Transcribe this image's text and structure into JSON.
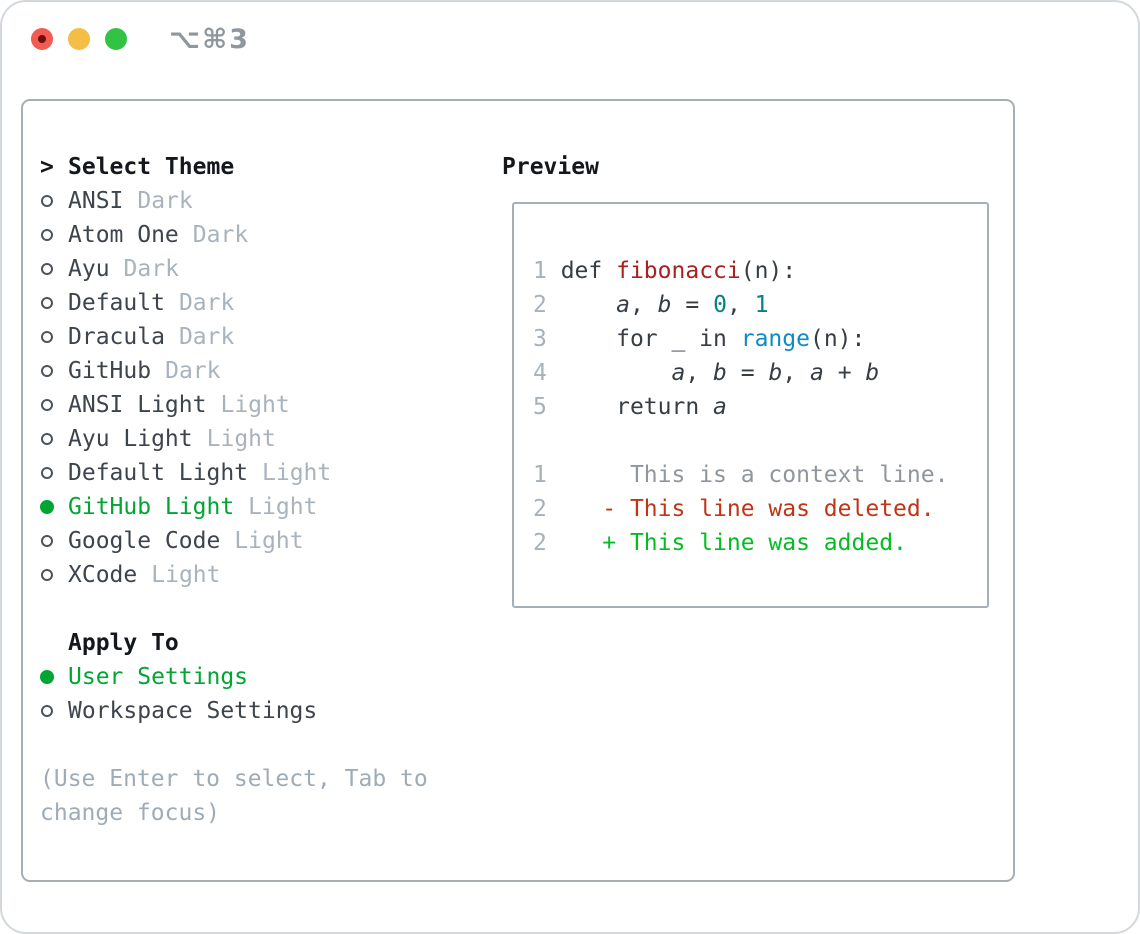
{
  "window": {
    "title": "⌥⌘3"
  },
  "traffic_lights": [
    {
      "name": "close-button",
      "color": "#f15b51",
      "inner_dot": "#6d0f0b"
    },
    {
      "name": "minimize-button",
      "color": "#f4bd45"
    },
    {
      "name": "zoom-button",
      "color": "#32c244"
    }
  ],
  "theme_panel": {
    "title_prefix": ">",
    "title": "Select Theme",
    "items": [
      {
        "name": "ANSI",
        "variant": "Dark",
        "selected": false
      },
      {
        "name": "Atom One",
        "variant": "Dark",
        "selected": false
      },
      {
        "name": "Ayu",
        "variant": "Dark",
        "selected": false
      },
      {
        "name": "Default",
        "variant": "Dark",
        "selected": false
      },
      {
        "name": "Dracula",
        "variant": "Dark",
        "selected": false
      },
      {
        "name": "GitHub",
        "variant": "Dark",
        "selected": false
      },
      {
        "name": "ANSI Light",
        "variant": "Light",
        "selected": false
      },
      {
        "name": "Ayu Light",
        "variant": "Light",
        "selected": false
      },
      {
        "name": "Default Light",
        "variant": "Light",
        "selected": false
      },
      {
        "name": "GitHub Light",
        "variant": "Light",
        "selected": true
      },
      {
        "name": "Google Code",
        "variant": "Light",
        "selected": false
      },
      {
        "name": "XCode",
        "variant": "Light",
        "selected": false
      }
    ],
    "apply_to": {
      "title": "Apply To",
      "options": [
        {
          "label": "User Settings",
          "selected": true
        },
        {
          "label": "Workspace Settings",
          "selected": false
        }
      ]
    },
    "hint": "(Use Enter to select, Tab to change focus)"
  },
  "preview": {
    "title": "Preview",
    "code_lines": [
      {
        "tokens": [
          {
            "c": "ln",
            "t": "1"
          },
          {
            "c": "p",
            "t": " def "
          },
          {
            "c": "fn",
            "t": "fibonacci"
          },
          {
            "c": "p",
            "t": "(n):"
          }
        ]
      },
      {
        "tokens": [
          {
            "c": "ln",
            "t": "2"
          },
          {
            "c": "p",
            "t": "     "
          },
          {
            "c": "v",
            "t": "a"
          },
          {
            "c": "p",
            "t": ", "
          },
          {
            "c": "v",
            "t": "b"
          },
          {
            "c": "p",
            "t": " = "
          },
          {
            "c": "n",
            "t": "0"
          },
          {
            "c": "p",
            "t": ", "
          },
          {
            "c": "n",
            "t": "1"
          }
        ]
      },
      {
        "tokens": [
          {
            "c": "ln",
            "t": "3"
          },
          {
            "c": "p",
            "t": "     for _ in "
          },
          {
            "c": "b",
            "t": "range"
          },
          {
            "c": "p",
            "t": "(n):"
          }
        ]
      },
      {
        "tokens": [
          {
            "c": "ln",
            "t": "4"
          },
          {
            "c": "p",
            "t": "         "
          },
          {
            "c": "v",
            "t": "a"
          },
          {
            "c": "p",
            "t": ", "
          },
          {
            "c": "v",
            "t": "b"
          },
          {
            "c": "p",
            "t": " = "
          },
          {
            "c": "v",
            "t": "b"
          },
          {
            "c": "p",
            "t": ", "
          },
          {
            "c": "v",
            "t": "a"
          },
          {
            "c": "p",
            "t": " + "
          },
          {
            "c": "v",
            "t": "b"
          }
        ]
      },
      {
        "tokens": [
          {
            "c": "ln",
            "t": "5"
          },
          {
            "c": "p",
            "t": "     return "
          },
          {
            "c": "v",
            "t": "a"
          }
        ]
      },
      {
        "tokens": []
      },
      {
        "tokens": [
          {
            "c": "ln",
            "t": "1"
          },
          {
            "c": "ctx",
            "t": "      This is a context line."
          }
        ]
      },
      {
        "tokens": [
          {
            "c": "ln",
            "t": "2"
          },
          {
            "c": "p",
            "t": "    "
          },
          {
            "c": "del",
            "t": "- This line was deleted."
          }
        ]
      },
      {
        "tokens": [
          {
            "c": "ln",
            "t": "2"
          },
          {
            "c": "p",
            "t": "    "
          },
          {
            "c": "add",
            "t": "+ This line was added."
          }
        ]
      }
    ]
  },
  "colors": {
    "selection_green": "#00a532",
    "muted_gray": "#a9b3bd",
    "hint_gray": "#9fabb6",
    "panel_border": "#a6aeb8",
    "code_function_red": "#a82020",
    "code_number_teal": "#067f86",
    "code_builtin_blue": "#0f8ac2",
    "diff_deleted_red": "#c13415",
    "diff_added_green": "#04bd23",
    "traffic_red": "#f15b51",
    "traffic_yellow": "#f4bd45",
    "traffic_green": "#32c244"
  }
}
